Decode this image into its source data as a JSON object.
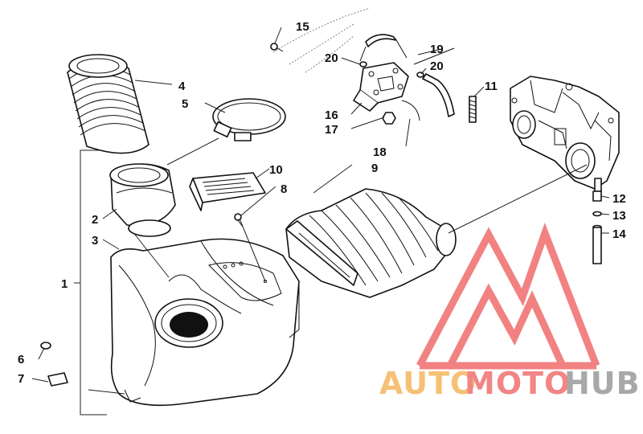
{
  "callouts": {
    "c1": "1",
    "c2": "2",
    "c3": "3",
    "c4": "4",
    "c5": "5",
    "c6": "6",
    "c7": "7",
    "c8": "8",
    "c9": "9",
    "c10": "10",
    "c11": "11",
    "c12": "12",
    "c13": "13",
    "c14": "14",
    "c15": "15",
    "c16": "16",
    "c17": "17",
    "c18": "18",
    "c19": "19",
    "c20a": "20",
    "c20b": "20"
  },
  "watermark": {
    "part1": "AUTO",
    "part2": "MOTO",
    "part3": "HUB",
    "color_orange": "#f5b75f",
    "color_red": "#f07070",
    "color_gray": "#9a9a9a"
  }
}
